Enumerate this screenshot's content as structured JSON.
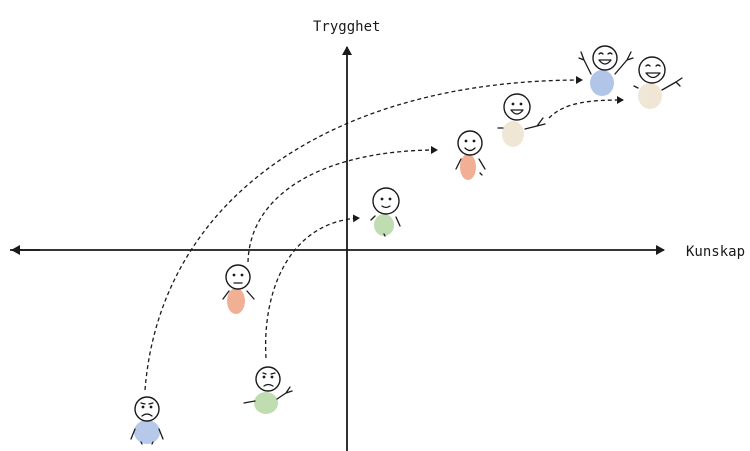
{
  "axes": {
    "y_label": "Trygghet",
    "x_label": "Kunskap"
  },
  "figures": [
    {
      "name": "figure-blue-sad",
      "mood": "sad",
      "body_color": "#a9bfe6"
    },
    {
      "name": "figure-green-frown",
      "mood": "frown",
      "body_color": "#b8d9a8"
    },
    {
      "name": "figure-orange-neutral",
      "mood": "neutral",
      "body_color": "#f0a78a"
    },
    {
      "name": "figure-green-smile",
      "mood": "smile",
      "body_color": "#b8d9a8"
    },
    {
      "name": "figure-orange-smile",
      "mood": "smile",
      "body_color": "#f0a78a"
    },
    {
      "name": "figure-beige-smile",
      "mood": "big-smile",
      "body_color": "#efe6d6"
    },
    {
      "name": "figure-blue-cheer",
      "mood": "cheer",
      "body_color": "#a9bfe6"
    },
    {
      "name": "figure-beige-cheer",
      "mood": "cheer",
      "body_color": "#efe6d6"
    }
  ]
}
